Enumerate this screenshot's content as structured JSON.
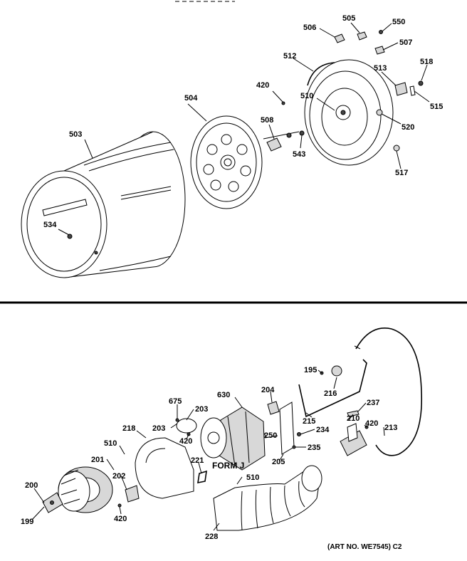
{
  "top_callouts": [
    "506",
    "505",
    "550",
    "507",
    "518",
    "512",
    "513",
    "420",
    "510",
    "515",
    "504",
    "508",
    "520",
    "503",
    "543",
    "517",
    "534"
  ],
  "bottom_callouts": [
    "195",
    "216",
    "237",
    "204",
    "675",
    "630",
    "203",
    "215",
    "210",
    "420",
    "213",
    "203",
    "250",
    "234",
    "218",
    "420",
    "510",
    "235",
    "201",
    "221",
    "205",
    "202",
    "510",
    "200",
    "420",
    "199",
    "228"
  ],
  "form_label": "FORM J",
  "art_number": "(ART NO. WE7545) C2"
}
